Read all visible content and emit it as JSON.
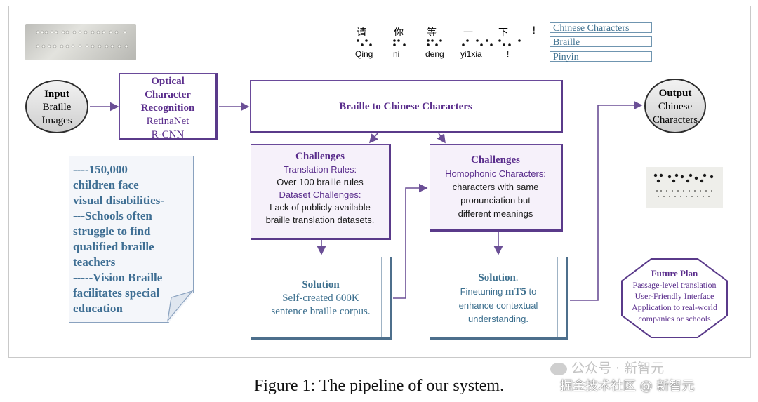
{
  "header": {
    "chinese": [
      "请",
      "你",
      "等",
      "一",
      "下",
      "!"
    ],
    "pinyin": [
      "Qing",
      "ni",
      "deng",
      "yi1xia",
      "!"
    ],
    "legend": [
      "Chinese Characters",
      "Braille",
      "Pinyin"
    ]
  },
  "input": {
    "title": "Input",
    "line1": "Braille",
    "line2": "Images"
  },
  "ocr": {
    "title1": "Optical",
    "title2": "Character",
    "title3": "Recognition",
    "line1": "RetinaNet",
    "line2": "R-CNN"
  },
  "main": {
    "title": "Braille to Chinese Characters"
  },
  "output": {
    "title": "Output",
    "line1": "Chinese",
    "line2": "Characters"
  },
  "challenges_left": {
    "title": "Challenges",
    "sub1": "Translation Rules:",
    "text1": "Over 100 braille rules",
    "sub2": "Dataset Challenges:",
    "text2a": "Lack of publicly available",
    "text2b": "braille translation datasets."
  },
  "challenges_right": {
    "title": "Challenges",
    "sub1": "Homophonic Characters:",
    "text1": "characters with same",
    "text2": "pronunciation but",
    "text3": "different meanings"
  },
  "solution_left": {
    "title": "Solution",
    "line1": "Self-created 600K",
    "line2": "sentence braille corpus."
  },
  "solution_right": {
    "title": "Solution",
    "title_suffix": ".",
    "line1a": "Finetuning ",
    "line1b": "mT5",
    "line1c": " to",
    "line2": "enhance contextual",
    "line3": "understanding."
  },
  "note": {
    "lines": [
      "----150,000",
      "children  face",
      "visual disabilities-",
      "---Schools often",
      "struggle to find",
      "qualified braille",
      "teachers",
      "-----Vision Braille",
      "facilitates special",
      "education"
    ]
  },
  "future": {
    "title": "Future Plan",
    "l1": "Passage-level translation",
    "l2": "User-Friendly Interface",
    "l3": "Application to real-world",
    "l4": "companies or schools"
  },
  "caption": "Figure 1: The pipeline of our system.",
  "watermark": {
    "top": "公众号 · 新智元",
    "bottom": "掘金技术社区 @ 新智元"
  },
  "colors": {
    "arrow": "#6b4f96",
    "box_border": "#6a4a9a",
    "title": "#5a2d8c",
    "steel": "#3c6f8e"
  }
}
